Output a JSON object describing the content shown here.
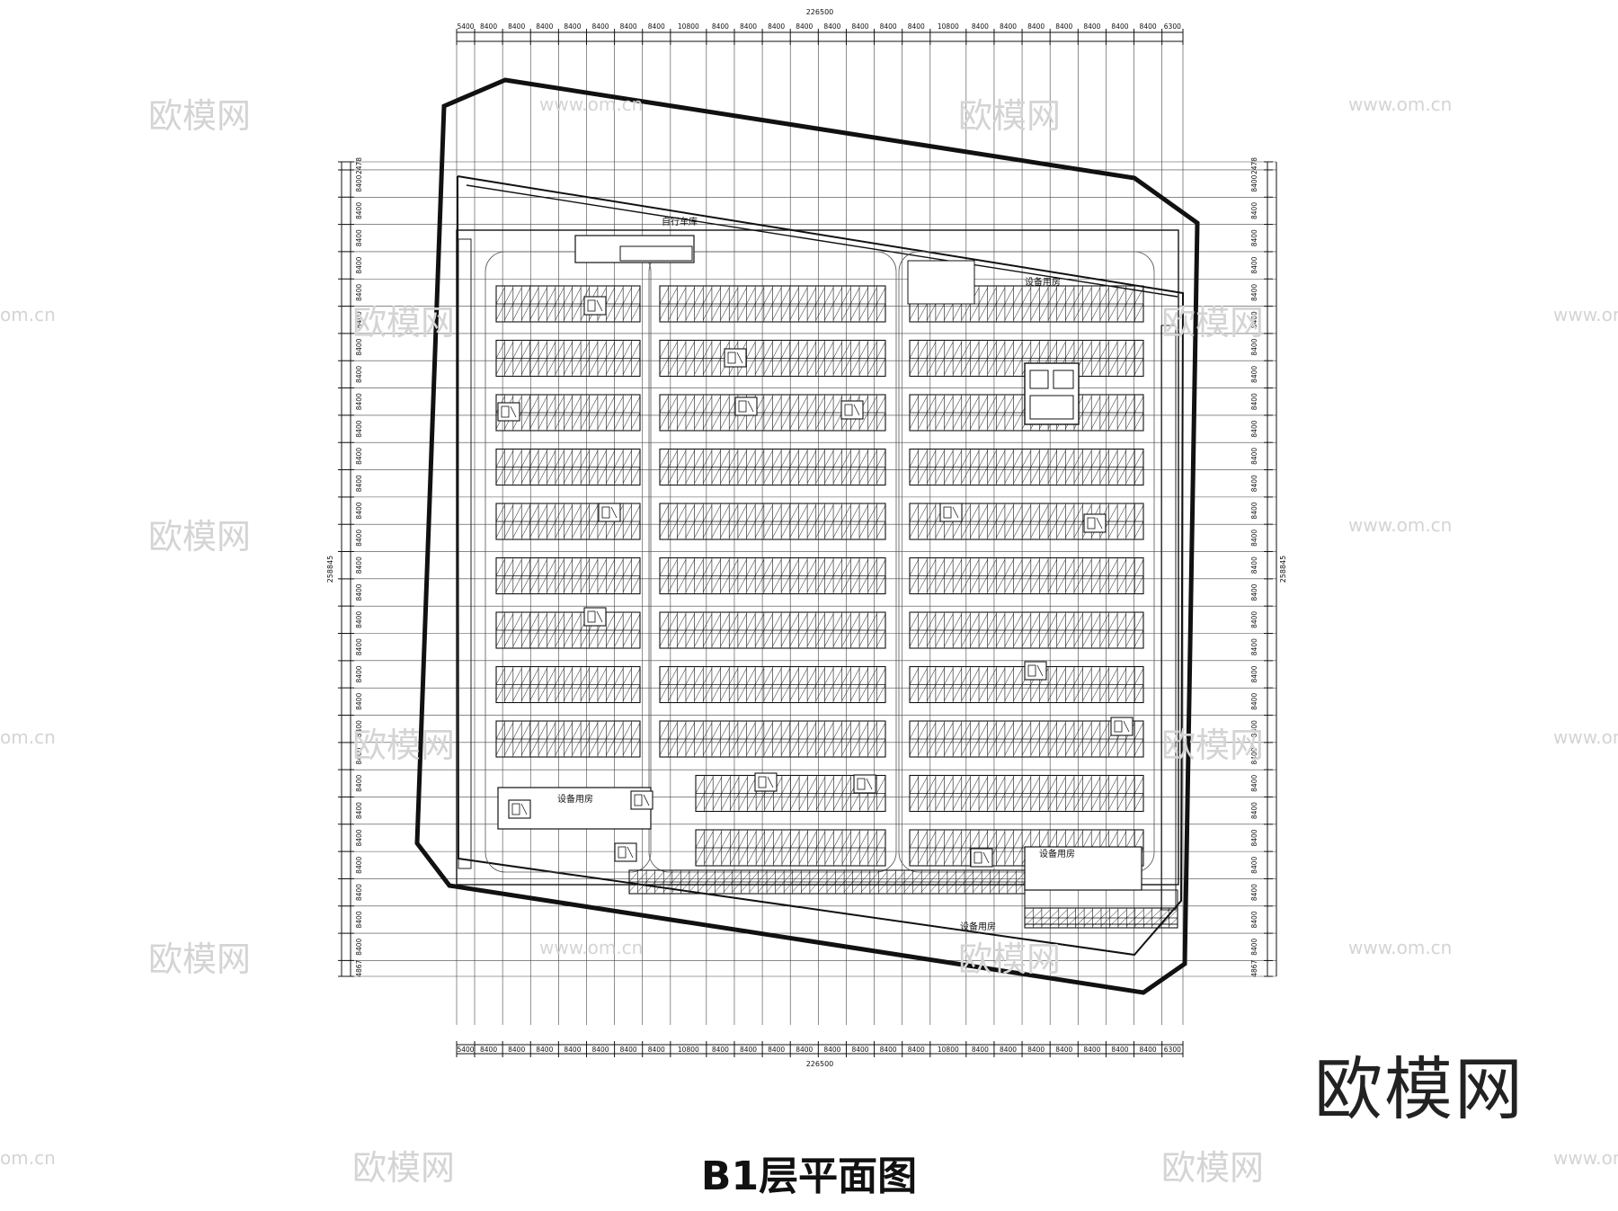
{
  "title": "B1层平面图",
  "brand": "欧模网",
  "watermark": {
    "cn": "欧模网",
    "url": "www.om.cn",
    "url_cut": "om.cn"
  },
  "dimensions": {
    "total_width": "226500",
    "total_height": "258845",
    "top_bays": [
      "5400",
      "8400",
      "8400",
      "8400",
      "8400",
      "8400",
      "8400",
      "8400",
      "10800",
      "8400",
      "8400",
      "8400",
      "8400",
      "8400",
      "8400",
      "8400",
      "8400",
      "10800",
      "8400",
      "8400",
      "8400",
      "8400",
      "8400",
      "8400",
      "8400",
      "6300"
    ],
    "side_bays": [
      "2478",
      "8400",
      "8400",
      "8400",
      "8400",
      "8400",
      "8400",
      "8400",
      "8400",
      "8400",
      "8400",
      "8400",
      "8400",
      "8400",
      "8400",
      "8400",
      "8400",
      "8400",
      "8400",
      "8400",
      "8400",
      "8400",
      "8400",
      "8400",
      "8400",
      "8400",
      "8400",
      "8400",
      "8400",
      "8400",
      "4867"
    ]
  },
  "rooms": {
    "bike": "自行车库",
    "equip_ne": "设备用房",
    "equip_w": "设备用房",
    "equip_se": "设备用房",
    "equip_s": "设备用房"
  },
  "colors": {
    "line": "#111111",
    "grid": "#444444",
    "watermark": "#d4d4d4"
  }
}
